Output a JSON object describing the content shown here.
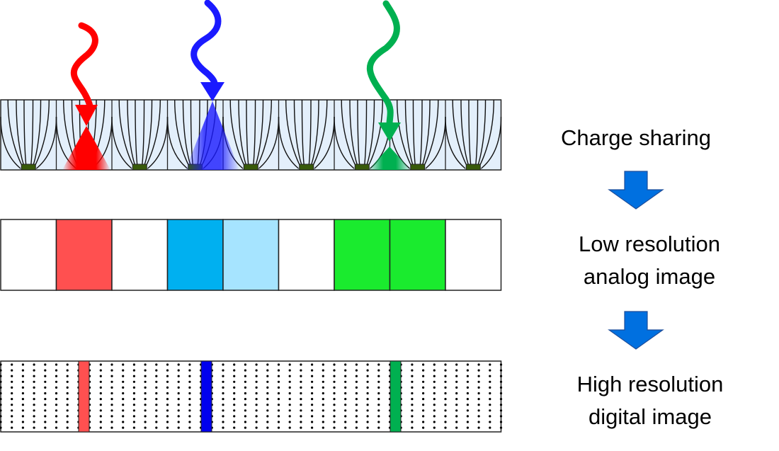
{
  "labels": {
    "step1": "Charge sharing",
    "step2_line1": "Low resolution",
    "step2_line2": "analog image",
    "step3_line1": "High resolution",
    "step3_line2": "digital image"
  },
  "detector": {
    "pixel_count": 9,
    "fill": "#e3effb",
    "pad_color": "#385a0a"
  },
  "photons": [
    {
      "name": "red",
      "color": "#ff0000",
      "hit_pixel": 1
    },
    {
      "name": "blue",
      "color": "#1a1aff",
      "hit_pixel": 3
    },
    {
      "name": "green",
      "color": "#00b050",
      "hit_pixel": 6
    }
  ],
  "analog_pixels": [
    "#ffffff",
    "#ff5050",
    "#ffffff",
    "#00b0f0",
    "#a6e4ff",
    "#ffffff",
    "#1aeb2e",
    "#1aeb2e",
    "#ffffff"
  ],
  "digital_hits": [
    {
      "color": "#ff5050"
    },
    {
      "color": "#0000ee"
    },
    {
      "color": "#00b050"
    }
  ],
  "flow_arrow_color": "#0070e0"
}
